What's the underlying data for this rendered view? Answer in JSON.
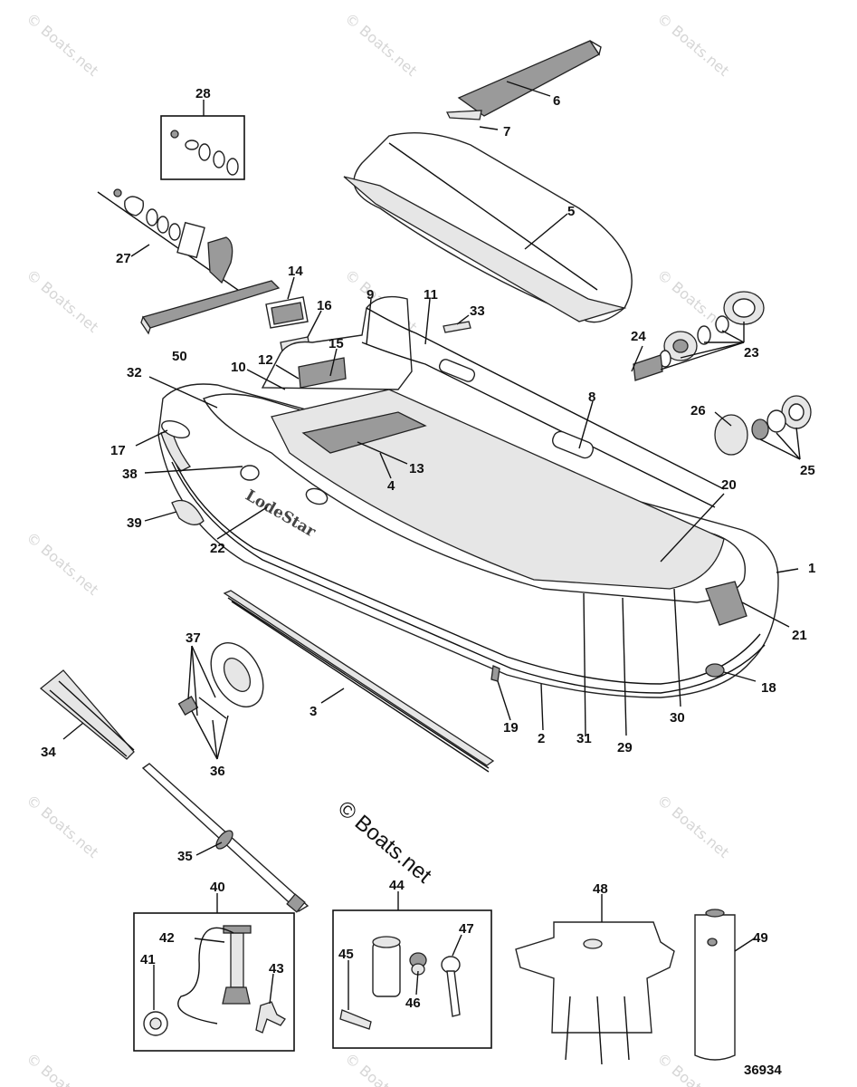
{
  "watermark": "© Boats.net",
  "copyright": "© Boats.net",
  "brand_text": "LodeStar",
  "diagram_number": "36934",
  "callouts": [
    "1",
    "2",
    "3",
    "4",
    "5",
    "6",
    "7",
    "8",
    "9",
    "10",
    "11",
    "12",
    "13",
    "14",
    "15",
    "16",
    "17",
    "18",
    "19",
    "20",
    "21",
    "22",
    "23",
    "24",
    "25",
    "26",
    "27",
    "28",
    "29",
    "30",
    "31",
    "32",
    "33",
    "34",
    "35",
    "36",
    "37",
    "38",
    "39",
    "40",
    "41",
    "42",
    "43",
    "44",
    "45",
    "46",
    "47",
    "48",
    "49",
    "50"
  ]
}
